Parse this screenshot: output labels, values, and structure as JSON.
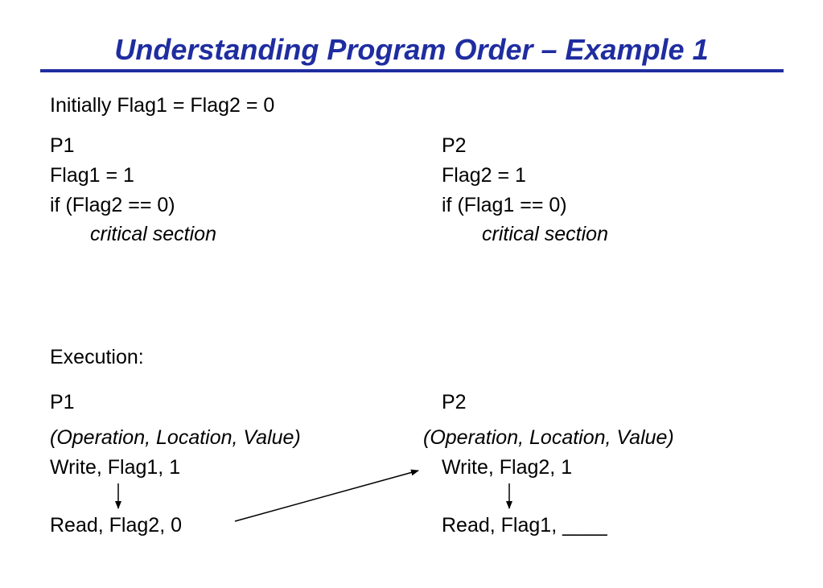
{
  "slide": {
    "title": "Understanding Program Order – Example 1",
    "initial_condition": "Initially Flag1 = Flag2 = 0",
    "program": {
      "p1": {
        "label": "P1",
        "lines": [
          "Flag1 = 1",
          "if (Flag2 == 0)",
          "critical section"
        ]
      },
      "p2": {
        "label": "P2",
        "lines": [
          "Flag2 = 1",
          "if (Flag1 == 0)",
          "critical section"
        ]
      }
    },
    "execution": {
      "heading": "Execution:",
      "p1": {
        "label": "P1",
        "columns_header": "(Operation, Location, Value)",
        "ops": [
          "Write, Flag1, 1",
          "Read, Flag2, 0"
        ]
      },
      "p2": {
        "label": "P2",
        "columns_header": "(Operation, Location, Value)",
        "ops": [
          "Write, Flag2, 1",
          "Read, Flag1, ____"
        ]
      }
    }
  },
  "colors": {
    "title": "#1f2da0",
    "text": "#000000"
  }
}
